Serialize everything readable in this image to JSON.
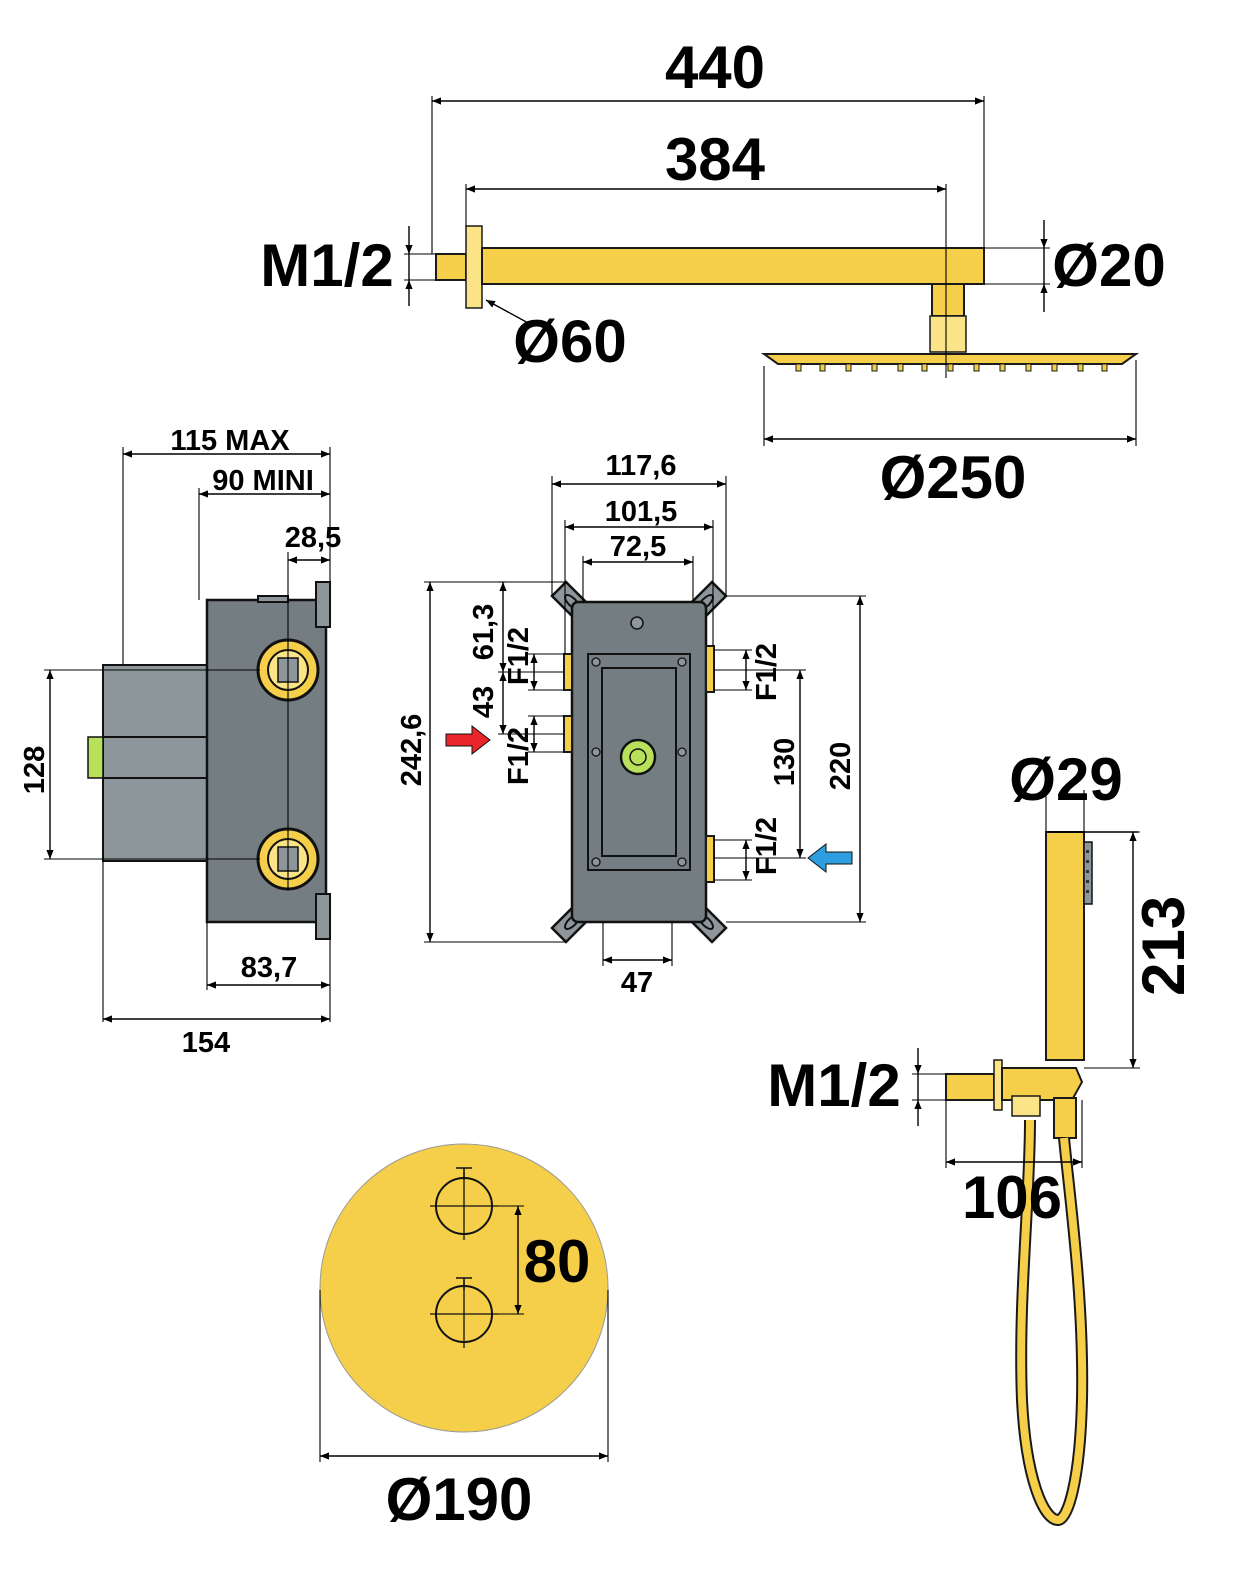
{
  "colors": {
    "brass": "#f6cf4a",
    "body_grey": "#737d82",
    "hot_arrow": "#e8262b",
    "cold_arrow": "#2e9ee0",
    "level_green": "#b9e05a"
  },
  "dimensions": {
    "shower_arm": {
      "length_total": "440",
      "length_arm": "384",
      "thread": "M1/2",
      "flange_diameter": "Ø60",
      "arm_diameter": "Ø20"
    },
    "shower_head": {
      "diameter": "Ø250"
    },
    "valve_side": {
      "depth_max": "115 MAX",
      "depth_min": "90 MINI",
      "inlet_offset": "28,5",
      "height": "128",
      "body_depth": "83,7",
      "overall_width": "154"
    },
    "valve_front": {
      "width_overall": "117,6",
      "width_body": "101,5",
      "width_inner": "72,5",
      "height_overall": "242,6",
      "top_offset": "61,3",
      "port_spacing": "43",
      "port_thread": "F1/2",
      "outlet_spacing": "130",
      "height_body": "220",
      "bottom_width": "47"
    },
    "hand_shower": {
      "diameter": "Ø29",
      "length": "213",
      "thread": "M1/2",
      "outlet_length": "106"
    },
    "trim_plate": {
      "diameter": "Ø190",
      "handle_spacing": "80"
    }
  }
}
